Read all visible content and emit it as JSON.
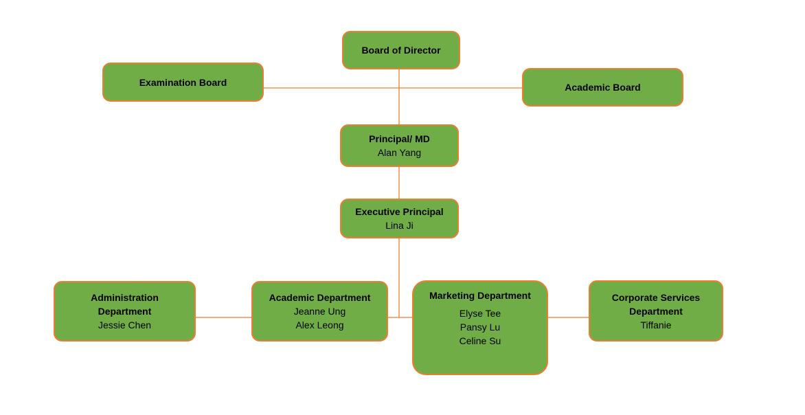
{
  "colors": {
    "box_fill": "#70ad47",
    "box_border": "#ed7d31",
    "connector": "#ed7d31"
  },
  "nodes": {
    "board": {
      "title": "Board of Director"
    },
    "exam_board": {
      "title": "Examination Board"
    },
    "academic_board": {
      "title": "Academic Board"
    },
    "principal": {
      "title": "Principal/ MD",
      "person": "Alan Yang"
    },
    "exec_principal": {
      "title": "Executive Principal",
      "person": "Lina Ji"
    },
    "admin_dept": {
      "title_line1": "Administration",
      "title_line2": "Department",
      "person": "Jessie Chen"
    },
    "academic_dept": {
      "title": "Academic Department",
      "people": [
        "Jeanne Ung",
        "Alex Leong"
      ]
    },
    "marketing_dept": {
      "title": "Marketing Department",
      "people": [
        "Elyse Tee",
        "Pansy Lu",
        "Celine Su"
      ]
    },
    "corporate_dept": {
      "title_line1": "Corporate Services",
      "title_line2": "Department",
      "person": "Tiffanie"
    }
  }
}
